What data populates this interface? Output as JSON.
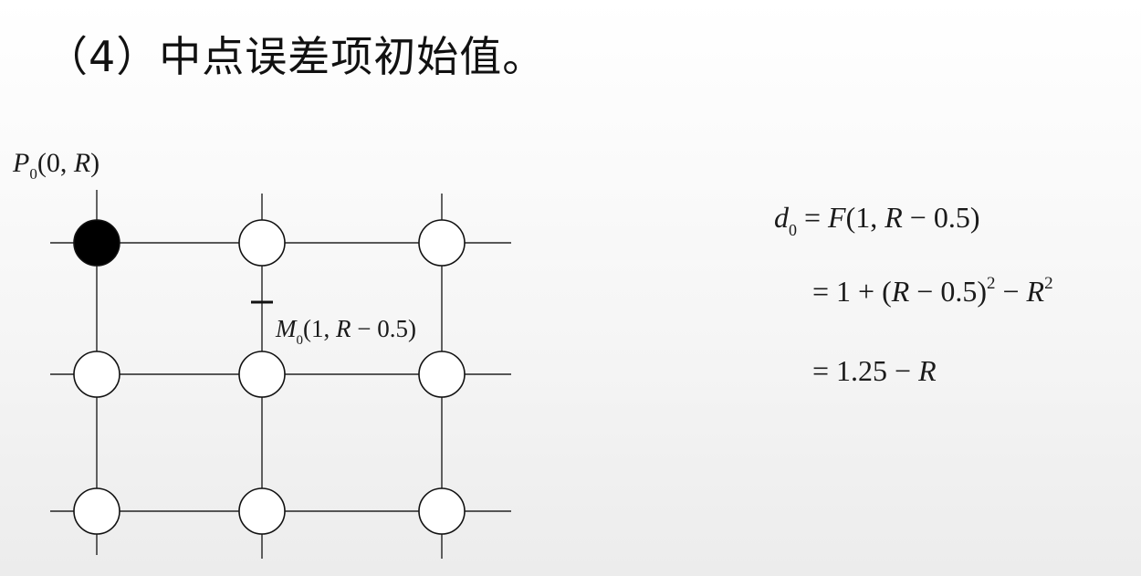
{
  "slide": {
    "title": "（4）中点误差项初始值。"
  },
  "diagram": {
    "p0_label": {
      "name": "P",
      "sub": "0",
      "args": "(0, ",
      "var": "R",
      "close": ")"
    },
    "m0_label": {
      "name": "M",
      "sub": "0",
      "args": "(1, ",
      "var": "R",
      "rest": " − 0.5)"
    },
    "filled_node_color": "#000000",
    "empty_node_color": "#ffffff"
  },
  "formula": {
    "line1": {
      "lhs_var": "d",
      "lhs_sub": "0",
      "eq": "= ",
      "fn": "F",
      "args": "(1, ",
      "var": "R",
      "rest": " − 0.5)"
    },
    "line2": {
      "eq": "= 1 + (",
      "var1": "R",
      "mid": " − 0.5)",
      "exp1": "2",
      "minus": " − ",
      "var2": "R",
      "exp2": "2"
    },
    "line3": {
      "eq": "= 1.25 − ",
      "var": "R"
    }
  }
}
